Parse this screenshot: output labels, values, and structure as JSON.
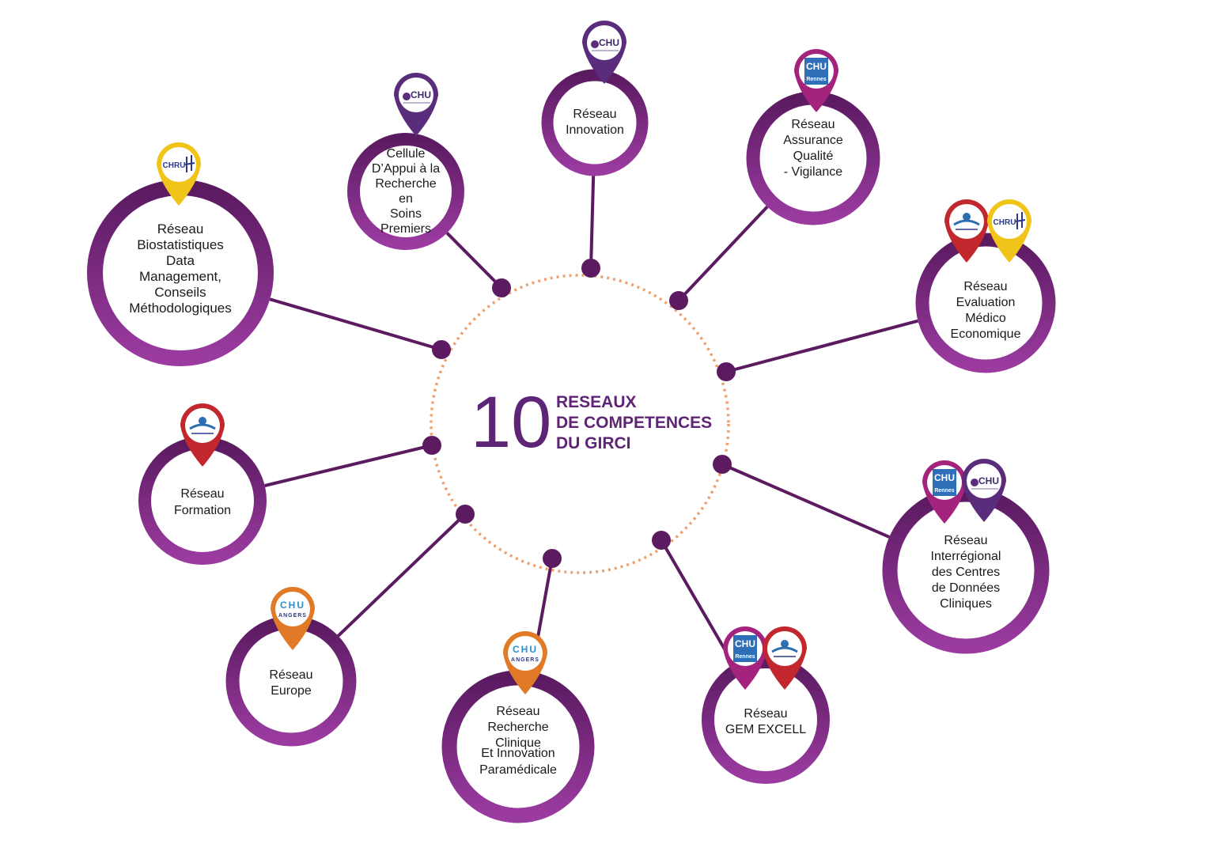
{
  "center": {
    "number": "10",
    "title_lines": [
      "RESEAUX",
      "DE COMPETENCES",
      "DU GIRCI"
    ]
  },
  "colors": {
    "ring": "#6a1f6e",
    "ring_light": "#8d3a92",
    "dots": "#5c1b60",
    "dashed": "#f0a06a",
    "title": "#5e2475",
    "pin_purple": "#5a2d7c",
    "pin_magenta": "#a3237d",
    "pin_yellow": "#f0c419",
    "pin_red": "#c1272d",
    "pin_orange": "#e07a26"
  },
  "networks": [
    {
      "id": "biostat",
      "lines": [
        "Réseau",
        "Biostatistiques",
        "Data",
        "Management,",
        "Conseils",
        "Méthodologiques"
      ],
      "pins": [
        {
          "color": "pin_yellow",
          "logo": "chru-logo"
        }
      ]
    },
    {
      "id": "cellule",
      "lines": [
        "Cellule",
        "D’Appui à la",
        "Recherche",
        "en",
        "Soins",
        "Premiers"
      ],
      "pins": [
        {
          "color": "pin_purple",
          "logo": "chu-logo"
        }
      ]
    },
    {
      "id": "innovation",
      "lines": [
        "Réseau",
        "Innovation"
      ],
      "pins": [
        {
          "color": "pin_purple",
          "logo": "chu-logo"
        }
      ]
    },
    {
      "id": "qualite",
      "lines": [
        "Réseau",
        "Assurance",
        "Qualité",
        "- Vigilance"
      ],
      "pins": [
        {
          "color": "pin_magenta",
          "logo": "chu-rennes-logo"
        }
      ]
    },
    {
      "id": "eval",
      "lines": [
        "Réseau",
        "Evaluation",
        "Médico",
        "Economique"
      ],
      "pins": [
        {
          "color": "pin_red",
          "logo": "chu-nantes-logo"
        },
        {
          "color": "pin_yellow",
          "logo": "chru-logo"
        }
      ]
    },
    {
      "id": "interregional",
      "lines": [
        "Réseau",
        "Interrégional",
        "des Centres",
        "de Données",
        "Cliniques"
      ],
      "pins": [
        {
          "color": "pin_magenta",
          "logo": "chu-rennes-logo"
        },
        {
          "color": "pin_purple",
          "logo": "chu-logo"
        }
      ]
    },
    {
      "id": "gem",
      "lines": [
        "Réseau",
        "GEM EXCELL"
      ],
      "pins": [
        {
          "color": "pin_magenta",
          "logo": "chu-rennes-logo"
        },
        {
          "color": "pin_red",
          "logo": "chu-nantes-logo"
        }
      ]
    },
    {
      "id": "paramedical",
      "lines": [
        "Réseau",
        "Recherche",
        "Clinique",
        "Et Innovation",
        "Paramédicale"
      ],
      "pins": [
        {
          "color": "pin_orange",
          "logo": "chu-angers-logo"
        }
      ]
    },
    {
      "id": "europe",
      "lines": [
        "Réseau",
        "Europe"
      ],
      "pins": [
        {
          "color": "pin_orange",
          "logo": "chu-angers-logo"
        }
      ]
    },
    {
      "id": "formation",
      "lines": [
        "Réseau",
        "Formation"
      ],
      "pins": [
        {
          "color": "pin_red",
          "logo": "chu-nantes-logo"
        }
      ]
    }
  ],
  "logos": {
    "chu": "CHU",
    "chru": "CHRU",
    "rennes": "Rennes",
    "angers": "ANGERS"
  }
}
